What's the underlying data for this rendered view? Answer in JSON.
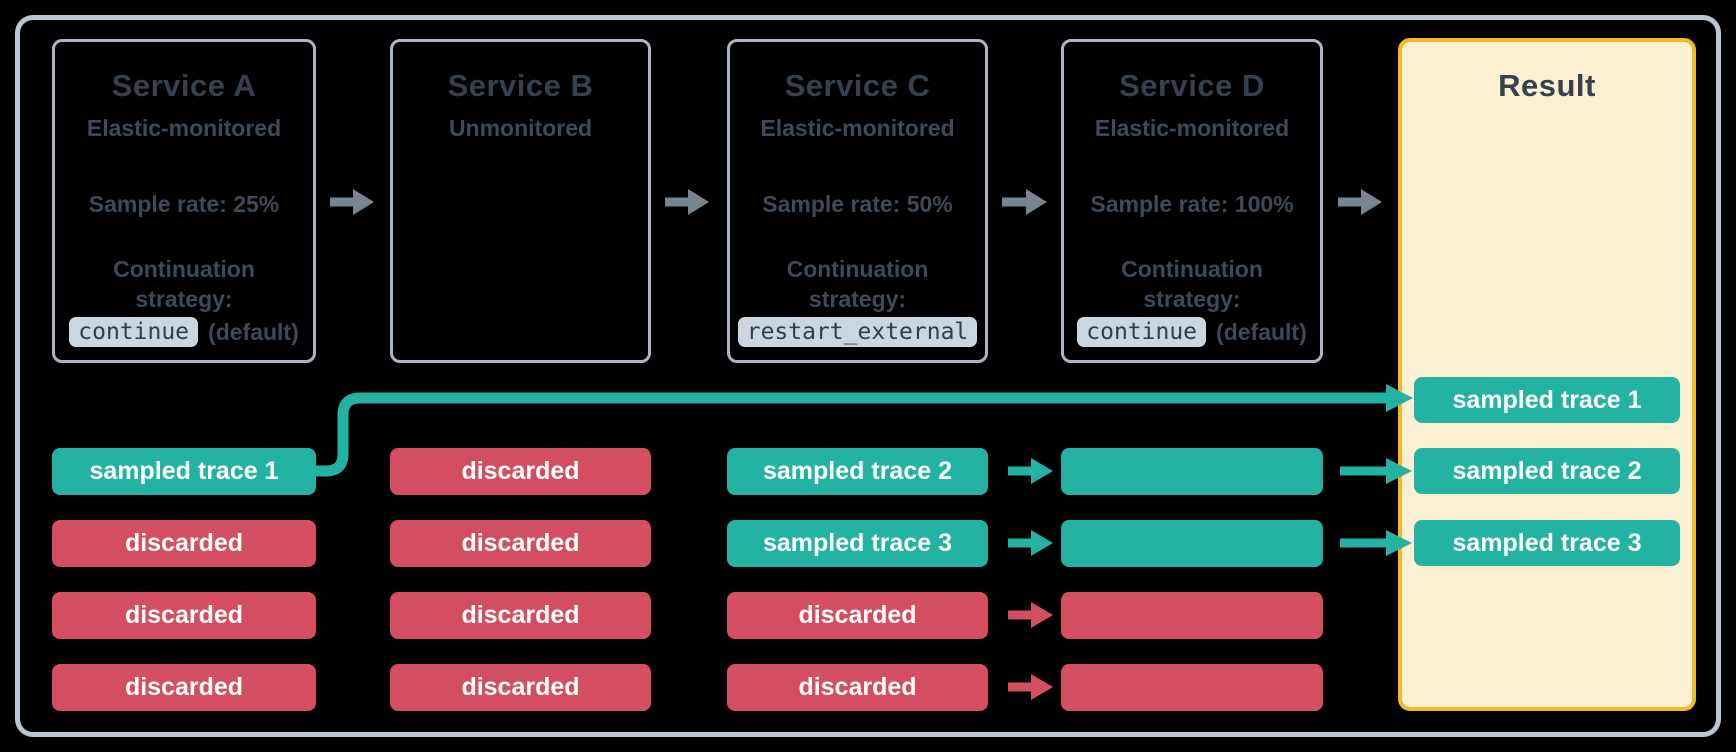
{
  "colors": {
    "background": "#000000",
    "frame-border": "#bcc7d2",
    "box-border": "#aab6c2",
    "title-text": "#35414e",
    "body-text": "#3e4a57",
    "chip-bg": "#ccd6df",
    "chip-text": "#313d49",
    "teal": "#24b3a3",
    "red": "#d44e62",
    "gray-arrow": "#77858f",
    "result-bg": "#fbf0d2",
    "result-border": "#f3ba25",
    "pill-text": "#ffffff"
  },
  "services": [
    {
      "title": "Service A",
      "subtitle": "Elastic-monitored",
      "sample_rate": "Sample rate: 25%",
      "strategy_label": "Continuation strategy:",
      "strategy_code": "continue",
      "strategy_suffix": "(default)",
      "traces": [
        "sampled trace 1",
        "discarded",
        "discarded",
        "discarded"
      ],
      "trace_types": [
        "sampled",
        "discarded",
        "discarded",
        "discarded"
      ]
    },
    {
      "title": "Service B",
      "subtitle": "Unmonitored",
      "traces": [
        "discarded",
        "discarded",
        "discarded",
        "discarded"
      ],
      "trace_types": [
        "discarded",
        "discarded",
        "discarded",
        "discarded"
      ]
    },
    {
      "title": "Service C",
      "subtitle": "Elastic-monitored",
      "sample_rate": "Sample rate: 50%",
      "strategy_label": "Continuation strategy:",
      "strategy_code": "restart_external",
      "traces": [
        "sampled trace 2",
        "sampled trace 3",
        "discarded",
        "discarded"
      ],
      "trace_types": [
        "sampled",
        "sampled",
        "discarded",
        "discarded"
      ]
    },
    {
      "title": "Service D",
      "subtitle": "Elastic-monitored",
      "sample_rate": "Sample rate: 100%",
      "strategy_label": "Continuation strategy:",
      "strategy_code": "continue",
      "strategy_suffix": "(default)",
      "traces": [
        "",
        "",
        "",
        ""
      ],
      "trace_types": [
        "sampled",
        "sampled",
        "discarded",
        "discarded"
      ]
    }
  ],
  "result": {
    "title": "Result",
    "pills": [
      "sampled trace 1",
      "sampled trace 2",
      "sampled trace 3"
    ]
  }
}
